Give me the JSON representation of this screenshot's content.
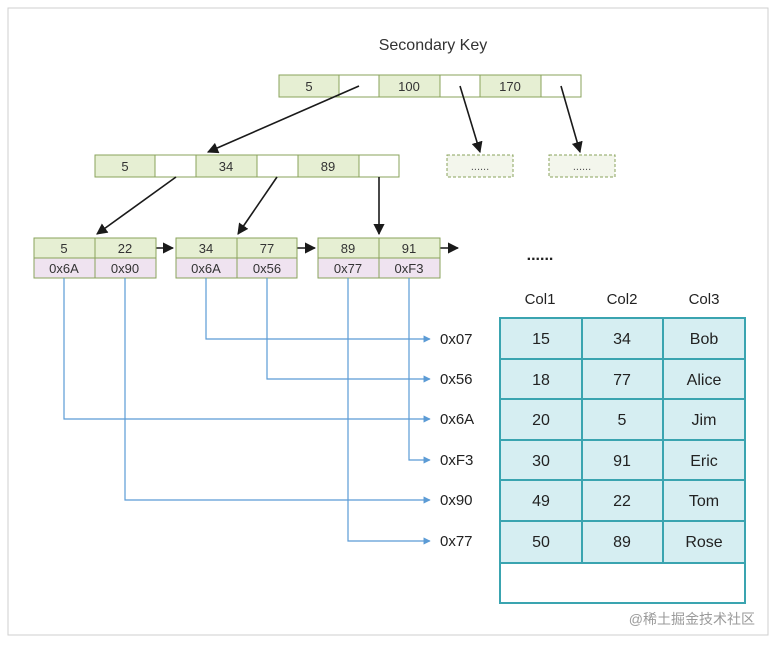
{
  "title": "Secondary Key",
  "root_node": [
    "5",
    "",
    "100",
    "",
    "170",
    ""
  ],
  "level2_node": [
    "5",
    "",
    "34",
    "",
    "89",
    ""
  ],
  "placeholder_nodes": [
    "......",
    "......"
  ],
  "leaves": [
    {
      "keys": [
        "5",
        "22"
      ],
      "ptrs": [
        "0x6A",
        "0x90"
      ]
    },
    {
      "keys": [
        "34",
        "77"
      ],
      "ptrs": [
        "0x6A",
        "0x56"
      ]
    },
    {
      "keys": [
        "89",
        "91"
      ],
      "ptrs": [
        "0x77",
        "0xF3"
      ]
    }
  ],
  "leaf_more": "......",
  "address_labels": [
    "0x07",
    "0x56",
    "0x6A",
    "0xF3",
    "0x90",
    "0x77"
  ],
  "table": {
    "headers": [
      "Col1",
      "Col2",
      "Col3"
    ],
    "rows": [
      [
        "15",
        "34",
        "Bob"
      ],
      [
        "18",
        "77",
        "Alice"
      ],
      [
        "20",
        "5",
        "Jim"
      ],
      [
        "30",
        "91",
        "Eric"
      ],
      [
        "49",
        "22",
        "Tom"
      ],
      [
        "50",
        "89",
        "Rose"
      ]
    ]
  },
  "footer_watermark": "@稀土掘金技术社区",
  "colors": {
    "key_fill": "#e6efd3",
    "node_border": "#8aa35b",
    "ptr_fill": "#efe3f0",
    "table_fill": "#d6eef2",
    "table_border": "#3aa4b0",
    "link_line": "#5b9bd5",
    "arrow_line": "#1a1a1a"
  }
}
